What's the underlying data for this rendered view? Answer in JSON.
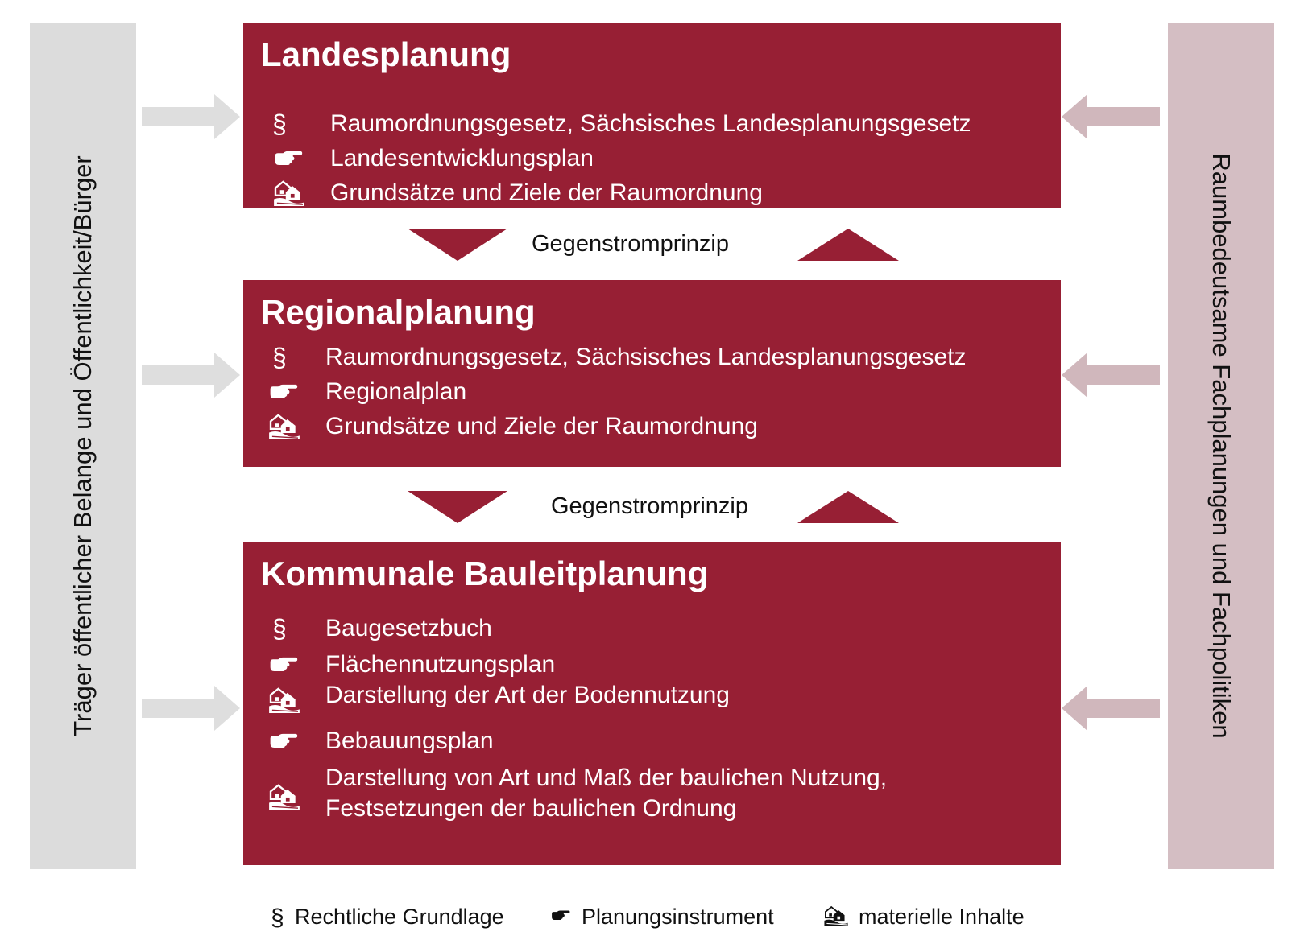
{
  "left_sidebar": {
    "label": "Träger öffentlicher Belange und Öffentlichkeit/Bürger"
  },
  "right_sidebar": {
    "label": "Raumbedeutsame Fachplanungen und Fachpolitiken"
  },
  "colors": {
    "level_box": "#971f34",
    "left_bar": "#dcdcdc",
    "right_bar": "#d4bec3",
    "left_arrow": "#dedede",
    "right_arrow": "#d0b7bc"
  },
  "levels": [
    {
      "title": "Landesplanung",
      "items": [
        {
          "icon": "paragraph-icon",
          "text": "Raumordnungsgesetz, Sächsisches Landesplanungsgesetz"
        },
        {
          "icon": "pointing-hand-icon",
          "text": "Landesentwicklungsplan"
        },
        {
          "icon": "houses-icon",
          "text": "Grundsätze und Ziele der Raumordnung"
        }
      ]
    },
    {
      "title": "Regionalplanung",
      "items": [
        {
          "icon": "paragraph-icon",
          "text": "Raumordnungsgesetz, Sächsisches Landesplanungsgesetz"
        },
        {
          "icon": "pointing-hand-icon",
          "text": "Regionalplan"
        },
        {
          "icon": "houses-icon",
          "text": "Grundsätze und Ziele der Raumordnung"
        }
      ]
    },
    {
      "title": "Kommunale Bauleitplanung",
      "items": [
        {
          "icon": "paragraph-icon",
          "text": "Baugesetzbuch"
        },
        {
          "icon": "pointing-hand-icon",
          "text": "Flächennutzungsplan"
        },
        {
          "icon": "houses-icon",
          "text": "Darstellung der Art der Bodennutzung"
        },
        {
          "icon": "pointing-hand-icon",
          "text": "Bebauungsplan"
        },
        {
          "icon": "houses-icon",
          "text": "Darstellung von Art und Maß der baulichen Nutzung,"
        },
        {
          "icon": "",
          "text": "Festsetzungen der baulichen Ordnung"
        }
      ]
    }
  ],
  "connectors": [
    {
      "label": "Gegenstromprinzip"
    },
    {
      "label": "Gegenstromprinzip"
    }
  ],
  "legend": [
    {
      "icon": "paragraph-icon",
      "label": "Rechtliche Grundlage"
    },
    {
      "icon": "pointing-hand-icon",
      "label": "Planungsinstrument"
    },
    {
      "icon": "houses-icon",
      "label": "materielle Inhalte"
    }
  ],
  "icon_glyphs": {
    "paragraph": "§"
  }
}
